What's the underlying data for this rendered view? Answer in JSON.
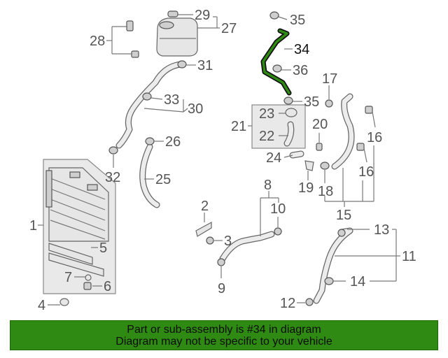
{
  "diagram": {
    "highlight_color": "#2e8a12",
    "callouts": {
      "c1": "1",
      "c2": "2",
      "c3": "3",
      "c4": "4",
      "c5": "5",
      "c6": "6",
      "c7": "7",
      "c8": "8",
      "c9": "9",
      "c10": "10",
      "c11": "11",
      "c12": "12",
      "c13": "13",
      "c14": "14",
      "c15": "15",
      "c16a": "16",
      "c16b": "16",
      "c17": "17",
      "c18": "18",
      "c19": "19",
      "c20": "20",
      "c21": "21",
      "c22": "22",
      "c23": "23",
      "c24": "24",
      "c25": "25",
      "c26": "26",
      "c27": "27",
      "c28": "28",
      "c29": "29",
      "c30": "30",
      "c31": "31",
      "c32": "32",
      "c33": "33",
      "c34": "34",
      "c35a": "35",
      "c35b": "35",
      "c36": "36"
    }
  },
  "banner": {
    "line1": "Part or sub-assembly is #34 in diagram",
    "line2": "Diagram may not be specific to your vehicle",
    "background": "#2e8a12"
  }
}
